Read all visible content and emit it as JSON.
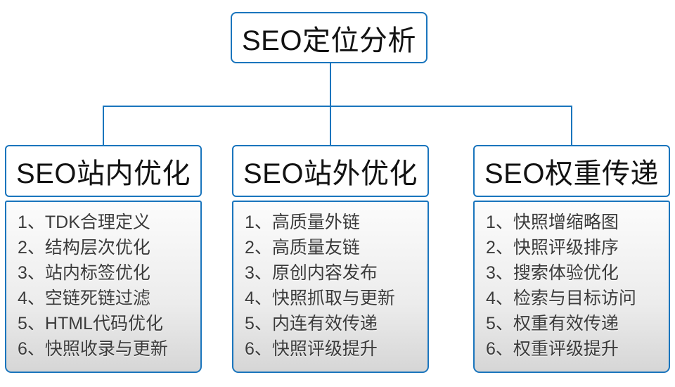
{
  "root": {
    "title": "SEO定位分析"
  },
  "columns": [
    {
      "title": "SEO站内优化",
      "items": [
        "1、TDK合理定义",
        "2、结构层次优化",
        "3、站内标签优化",
        "4、空链死链过滤",
        "5、HTML代码优化",
        "6、快照收录与更新"
      ]
    },
    {
      "title": "SEO站外优化",
      "items": [
        "1、高质量外链",
        "2、高质量友链",
        "3、原创内容发布",
        "4、快照抓取与更新",
        "5、内连有效传递",
        "6、快照评级提升"
      ]
    },
    {
      "title": "SEO权重传递",
      "items": [
        "1、快照增缩略图",
        "2、快照评级排序",
        "3、搜索体验优化",
        "4、检索与目标访问",
        "5、权重有效传递",
        "6、权重评级提升"
      ]
    }
  ],
  "colors": {
    "accent": "#1a75bd",
    "title_text": "#121212",
    "item_text": "#3b3b3b",
    "list_bg_top": "#fcfcfc",
    "list_bg_bottom": "#d6d6d6"
  }
}
